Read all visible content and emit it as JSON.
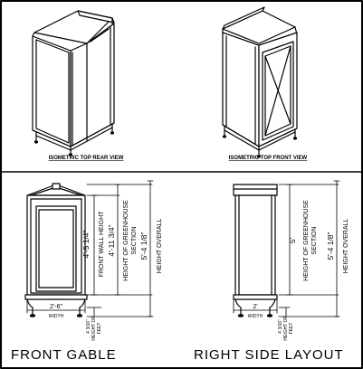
{
  "panels": {
    "iso_rear": {
      "caption": "ISOMETRIC TOP REAR VIEW"
    },
    "iso_front": {
      "caption": "ISOMETRIC TOP FRONT VIEW"
    },
    "front_gable": {
      "title": "FRONT GABLE",
      "width_label": "2'-6\"",
      "width_caption": "WIDTH",
      "wall_height": "4'-5 1/4\"",
      "wall_height_caption": "FRONT WALL HEIGHT",
      "greenhouse_height": "4'-11 3/4\"",
      "greenhouse_caption_1": "HEIGHT OF GREENHOUSE",
      "greenhouse_caption_2": "SECTION",
      "overall_height": "5'-4 1/8\"",
      "overall_caption": "HEIGHT OVERALL",
      "feet_height": "4 3/16\"",
      "feet_caption_1": "HEIGHT OF",
      "feet_caption_2": "FEET"
    },
    "right_side": {
      "title": "RIGHT SIDE LAYOUT",
      "width_label": "2'",
      "width_caption": "WIDTH",
      "greenhouse_height": "5'",
      "greenhouse_caption_1": "HEIGHT OF GREENHOUSE",
      "greenhouse_caption_2": "SECTION",
      "overall_height": "5'-4 1/8\"",
      "overall_caption": "HEIGHT OVERALL",
      "feet_height": "4 3/16\"",
      "feet_caption_1": "HEIGHT OF",
      "feet_caption_2": "FEET"
    }
  }
}
